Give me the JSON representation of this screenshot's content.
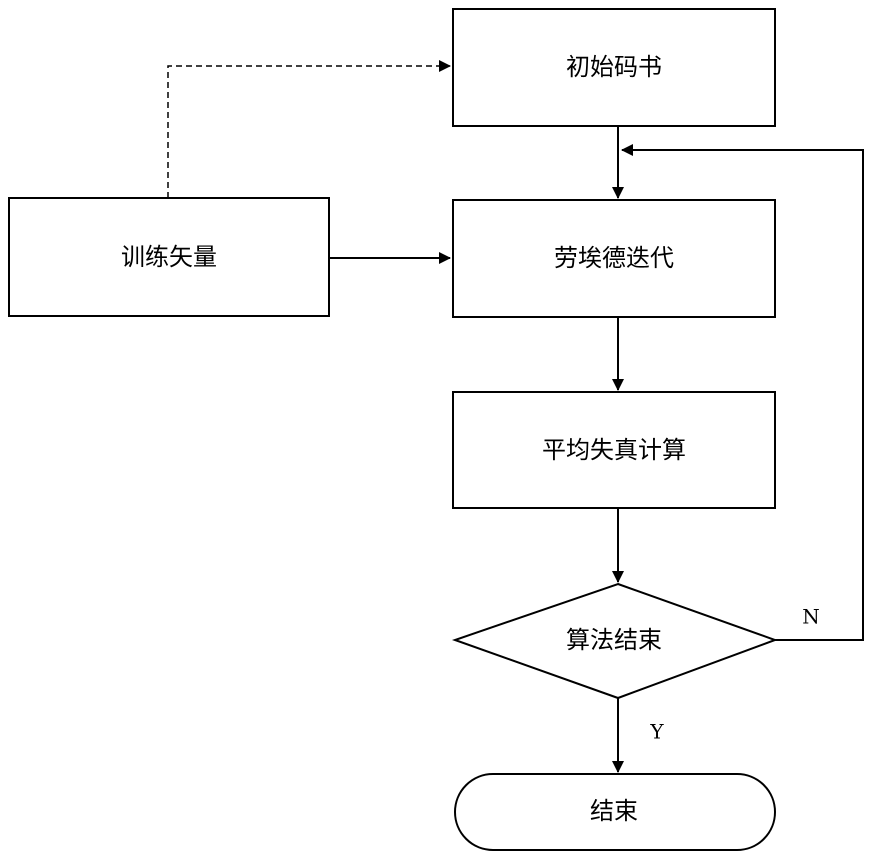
{
  "diagram": {
    "nodes": {
      "initial_codebook": "初始码书",
      "training_vectors": "训练矢量",
      "lloyd_iteration": "劳埃德迭代",
      "avg_distortion": "平均失真计算",
      "algorithm_end_decision": "算法结束",
      "end": "结束"
    },
    "branches": {
      "no": "N",
      "yes": "Y"
    }
  }
}
